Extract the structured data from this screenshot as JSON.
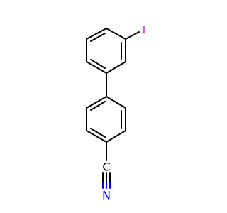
{
  "molecule": {
    "atoms": {
      "iodine": {
        "label": "I",
        "color": "#cc33cc"
      },
      "carbon": {
        "label": "C",
        "color": "#000000"
      },
      "nitrogen": {
        "label": "N",
        "color": "#0000ff"
      }
    },
    "bond_color": "#000000"
  }
}
